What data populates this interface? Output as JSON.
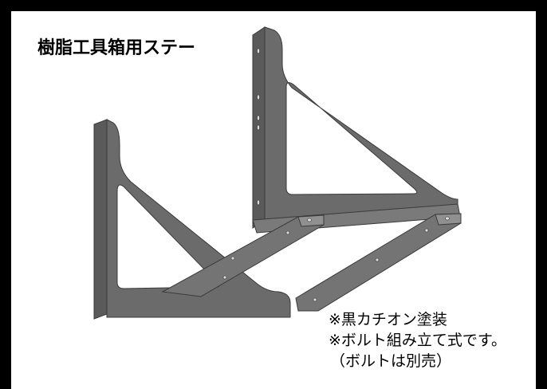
{
  "title": "樹脂工具箱用ステー",
  "notes": {
    "coating": "※黒カチオン塗装",
    "assembly": "※ボルト組み立て式です。",
    "bolt": "（ボルトは別売）"
  },
  "colors": {
    "frame": "#000000",
    "background": "#ffffff",
    "metal": "#6b6b6b",
    "metal_dark": "#4a4a4a",
    "metal_light": "#8e8e8e"
  }
}
